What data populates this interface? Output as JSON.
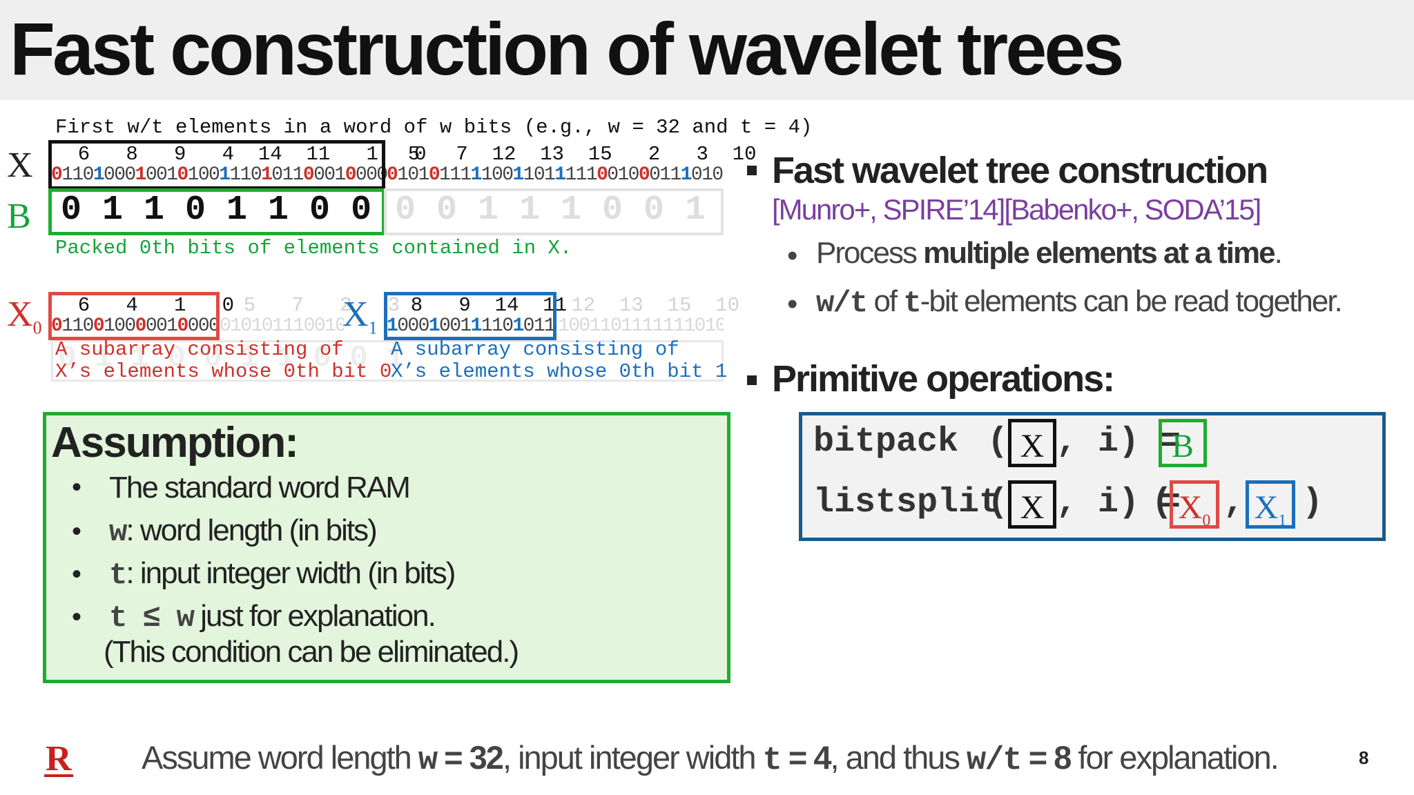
{
  "title": "Fast construction of wavelet trees",
  "diagram": {
    "caption": "First w/t elements in a word of w bits (e.g., w = 32 and t = 4)",
    "x_label": "X",
    "x_numbers_in": "  6   8   9   4  14  11   1   0",
    "x_numbers_out": "  5   7  12  13  15   2   3  10",
    "x_bits_in": [
      [
        "r",
        "0"
      ],
      [
        "n",
        "110"
      ],
      [
        "b",
        "1"
      ],
      [
        "n",
        "000"
      ],
      [
        "r",
        "1"
      ],
      [
        "n",
        "001"
      ],
      [
        "r",
        "0"
      ],
      [
        "n",
        "100"
      ],
      [
        "b",
        "1"
      ],
      [
        "n",
        "110"
      ],
      [
        "r",
        "1"
      ],
      [
        "n",
        "011"
      ],
      [
        "r",
        "0"
      ],
      [
        "n",
        "001"
      ],
      [
        "r",
        "0"
      ],
      [
        "n",
        "000"
      ]
    ],
    "x_bits_out": [
      [
        "r",
        "0"
      ],
      [
        "n",
        "101"
      ],
      [
        "r",
        "0"
      ],
      [
        "n",
        "111"
      ],
      [
        "b",
        "1"
      ],
      [
        "n",
        "100"
      ],
      [
        "b",
        "1"
      ],
      [
        "n",
        "101"
      ],
      [
        "b",
        "1"
      ],
      [
        "n",
        "111"
      ],
      [
        "r",
        "0"
      ],
      [
        "n",
        "010"
      ],
      [
        "r",
        "0"
      ],
      [
        "n",
        "011"
      ],
      [
        "b",
        "1"
      ],
      [
        "n",
        "010"
      ]
    ],
    "b_label": "B",
    "b_bits_in": "0 1 1 0 1 1 0 0",
    "b_bits_out": "0 0 1 1 1 0 0 1",
    "b_caption": "Packed 0th bits of elements contained in X.",
    "x0_label": "X",
    "x0_sub": "0",
    "x0_numbers_in": "  6   4   1   0",
    "x0_numbers_out": "  5   7   2   3",
    "x0_bits_in": [
      [
        "r",
        "0"
      ],
      [
        "n",
        "110"
      ],
      [
        "r",
        "0"
      ],
      [
        "n",
        "100"
      ],
      [
        "r",
        "0"
      ],
      [
        "n",
        "001"
      ],
      [
        "r",
        "0"
      ],
      [
        "n",
        "000"
      ]
    ],
    "x0_bits_out": "01010111001010",
    "x0_caption_line1": "A subarray consisting of",
    "x0_caption_line2": "X’s elements whose 0th bit 0",
    "x1_label": "X",
    "x1_sub": "1",
    "x1_numbers_in": "  8   9  14  11",
    "x1_numbers_out": " 12  13  15  10",
    "x1_bits_in": [
      [
        "b",
        "1"
      ],
      [
        "n",
        "000"
      ],
      [
        "b",
        "1"
      ],
      [
        "n",
        "001"
      ],
      [
        "b",
        "1"
      ],
      [
        "n",
        "110"
      ],
      [
        "b",
        "1"
      ],
      [
        "n",
        "011"
      ]
    ],
    "x1_bits_out": "1001101111111010",
    "faint_row": "0 1 1 0 0 1 1 0 0 1"
  },
  "assumption": {
    "title": "Assumption:",
    "items": [
      {
        "code": "",
        "text": "The standard word RAM"
      },
      {
        "code": "w",
        "text": ": word length (in bits)"
      },
      {
        "code": "t",
        "text": ": input integer width (in bits)"
      },
      {
        "code": "t ≤ w",
        "text": " just for explanation."
      }
    ],
    "note": "(This condition can be eliminated.)",
    "bullet": "•"
  },
  "right": {
    "heading1": "Fast wavelet tree construction",
    "refs": "[Munro+, SPIRE’14][Babenko+, SODA’15]",
    "item1_plain": "Process ",
    "item1_bold": "multiple elements at a time",
    "item1_end": ".",
    "item2_code1": "w/t",
    "item2_mid": " of ",
    "item2_code2": "t",
    "item2_end": "-bit elements can be read together.",
    "bullet": "•",
    "heading2": "Primitive operations:",
    "ops": {
      "bitpack": "bitpack",
      "listsplit": "listsplit",
      "open": "(",
      "close_eq": ", i) =",
      "x": "X",
      "b": "B",
      "x0": "X",
      "x0_sub": "0",
      "x1": "X",
      "x1_sub": "1",
      "comma": ",",
      "lparen": "(",
      "rparen": ")"
    }
  },
  "footer": {
    "logo": "R",
    "pre": "Assume word length ",
    "w": "w",
    "eq1": " = 32",
    "mid": ", input integer width ",
    "t": "t",
    "eq2": " = 4",
    "mid2": ", and thus ",
    "wt": "w/t",
    "eq3": " = 8",
    "post": "  for explanation."
  },
  "page_number": "8",
  "colors": {
    "red": "#d0302b",
    "blue": "#1b6fbd",
    "green": "#15a33a",
    "purple": "#7b3fa0",
    "navy": "#1b5a8c"
  }
}
